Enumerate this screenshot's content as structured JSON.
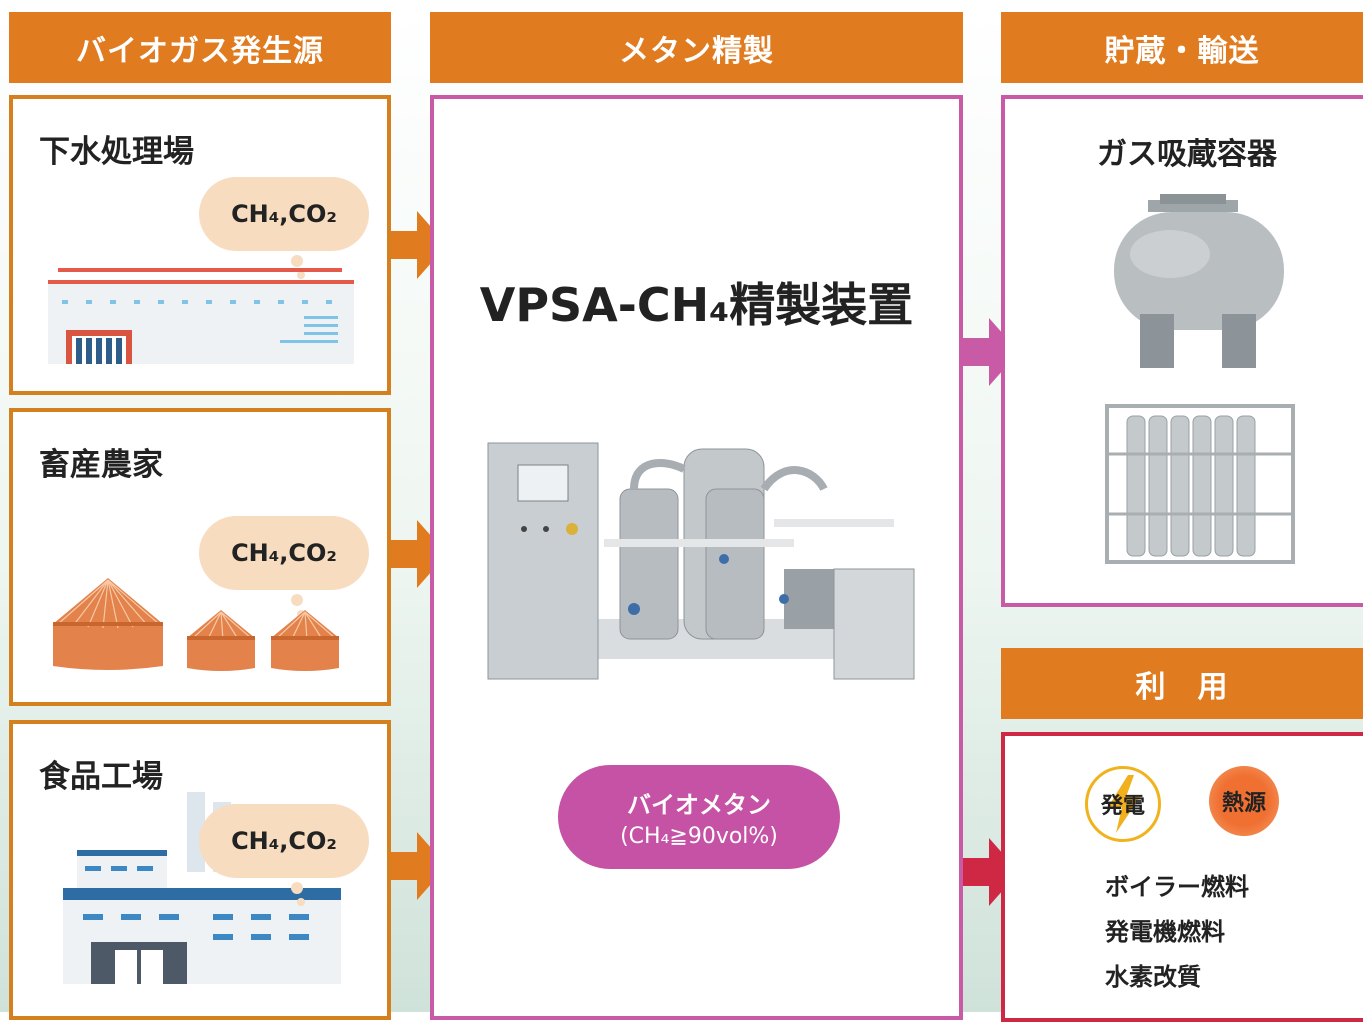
{
  "headers": {
    "sources": "バイオガス発生源",
    "refining": "メタン精製",
    "storage": "貯蔵・輸送",
    "utilization": "利　用"
  },
  "sources": [
    {
      "title": "下水処理場",
      "gas": "CH₄,CO₂"
    },
    {
      "title": "畜産農家",
      "gas": "CH₄,CO₂"
    },
    {
      "title": "食品工場",
      "gas": "CH₄,CO₂"
    }
  ],
  "refining": {
    "device": "VPSA-CH₄精製装置",
    "product_name": "バイオメタン",
    "product_spec": "(CH₄≧90vol%)"
  },
  "storage": {
    "title": "ガス吸蔵容器"
  },
  "utilization": {
    "badges": [
      "発電",
      "熱源"
    ],
    "uses": [
      "ボイラー燃料",
      "発電機燃料",
      "水素改質"
    ]
  },
  "colors": {
    "orange": "#e07b1f",
    "magenta": "#c85aa6",
    "red": "#cf2844"
  }
}
